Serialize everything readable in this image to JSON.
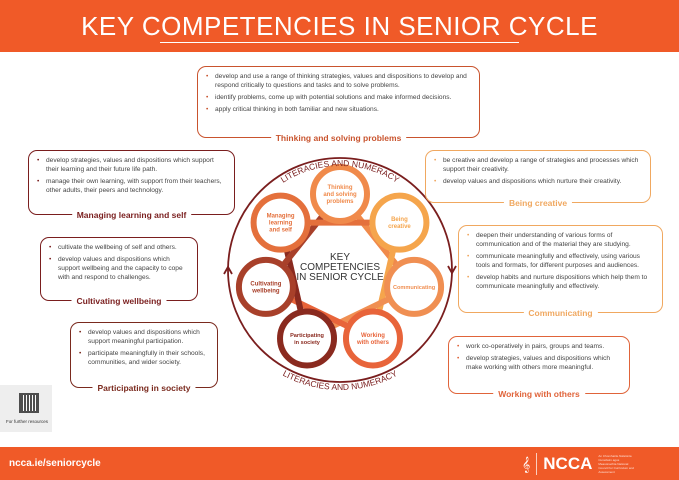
{
  "header": {
    "title": "KEY COMPETENCIES IN SENIOR CYCLE"
  },
  "diagram": {
    "center_title_lines": [
      "KEY",
      "COMPETENCIES",
      "IN SENIOR CYCLE"
    ],
    "ring_text_top": "LITERACIES AND NUMERACY",
    "ring_text_bottom": "LITERACIES AND NUMERACY",
    "nodes": [
      {
        "lines": [
          "Thinking",
          "and solving",
          "problems"
        ],
        "color": "#f08a4b"
      },
      {
        "lines": [
          "Being",
          "creative"
        ],
        "color": "#f5a54c"
      },
      {
        "lines": [
          "Communicating"
        ],
        "color": "#f08f52"
      },
      {
        "lines": [
          "Working",
          "with others"
        ],
        "color": "#e8643a"
      },
      {
        "lines": [
          "Participating",
          "in society"
        ],
        "color": "#8a2a1f"
      },
      {
        "lines": [
          "Cultivating",
          "wellbeing"
        ],
        "color": "#a8402a"
      },
      {
        "lines": [
          "Managing",
          "learning",
          "and self"
        ],
        "color": "#e4703c"
      }
    ],
    "ring_color": "#7a1e1e"
  },
  "competencies": {
    "thinking": {
      "title": "Thinking and solving problems",
      "color": "#c9542e",
      "items": [
        "develop and use a range of thinking strategies, values and dispositions to develop and respond critically to questions and tasks and to solve problems.",
        "identify problems, come up with potential solutions and make informed decisions.",
        "apply critical thinking in both familiar and new situations."
      ]
    },
    "managing": {
      "title": "Managing learning and self",
      "color": "#7a1e1e",
      "items": [
        "develop strategies, values and dispositions which support their learning and their future life path.",
        "manage their own learning, with support from their teachers, other adults, their peers and technology."
      ]
    },
    "cultivating": {
      "title": "Cultivating wellbeing",
      "color": "#7a1e1e",
      "items": [
        "cultivate the wellbeing of self and others.",
        "develop values and dispositions which support wellbeing and the capacity to cope with and respond to challenges."
      ]
    },
    "participating": {
      "title": "Participating in society",
      "color": "#7a2a1e",
      "items": [
        "develop values and dispositions which support meaningful participation.",
        "participate meaningfully in their schools, communities, and wider society."
      ]
    },
    "creative": {
      "title": "Being creative",
      "color": "#f0a860",
      "items": [
        "be creative and develop a range of strategies and processes which support their creativity.",
        "develop values and dispositions which nurture their creativity."
      ]
    },
    "communicating": {
      "title": "Communicating",
      "color": "#f0a860",
      "items": [
        "deepen their understanding of various forms of communication and of the material they are studying.",
        "communicate meaningfully and effectively, using various tools and formats, for different purposes and audiences.",
        "develop habits and nurture dispositions which help them to communicate meaningfully and effectively."
      ]
    },
    "working": {
      "title": "Working with others",
      "color": "#e0643a",
      "items": [
        "work co-operatively in pairs, groups and teams.",
        "develop strategies, values and dispositions which make working with others more meaningful."
      ]
    }
  },
  "qr": {
    "caption": "For further resources"
  },
  "footer": {
    "url": "ncca.ie/seniorcycle",
    "logo": "NCCA",
    "logo_small": "An Chomhairle Náisiúnta Curaclaim agus Measúnachta National Council for Curriculum and Assessment"
  }
}
